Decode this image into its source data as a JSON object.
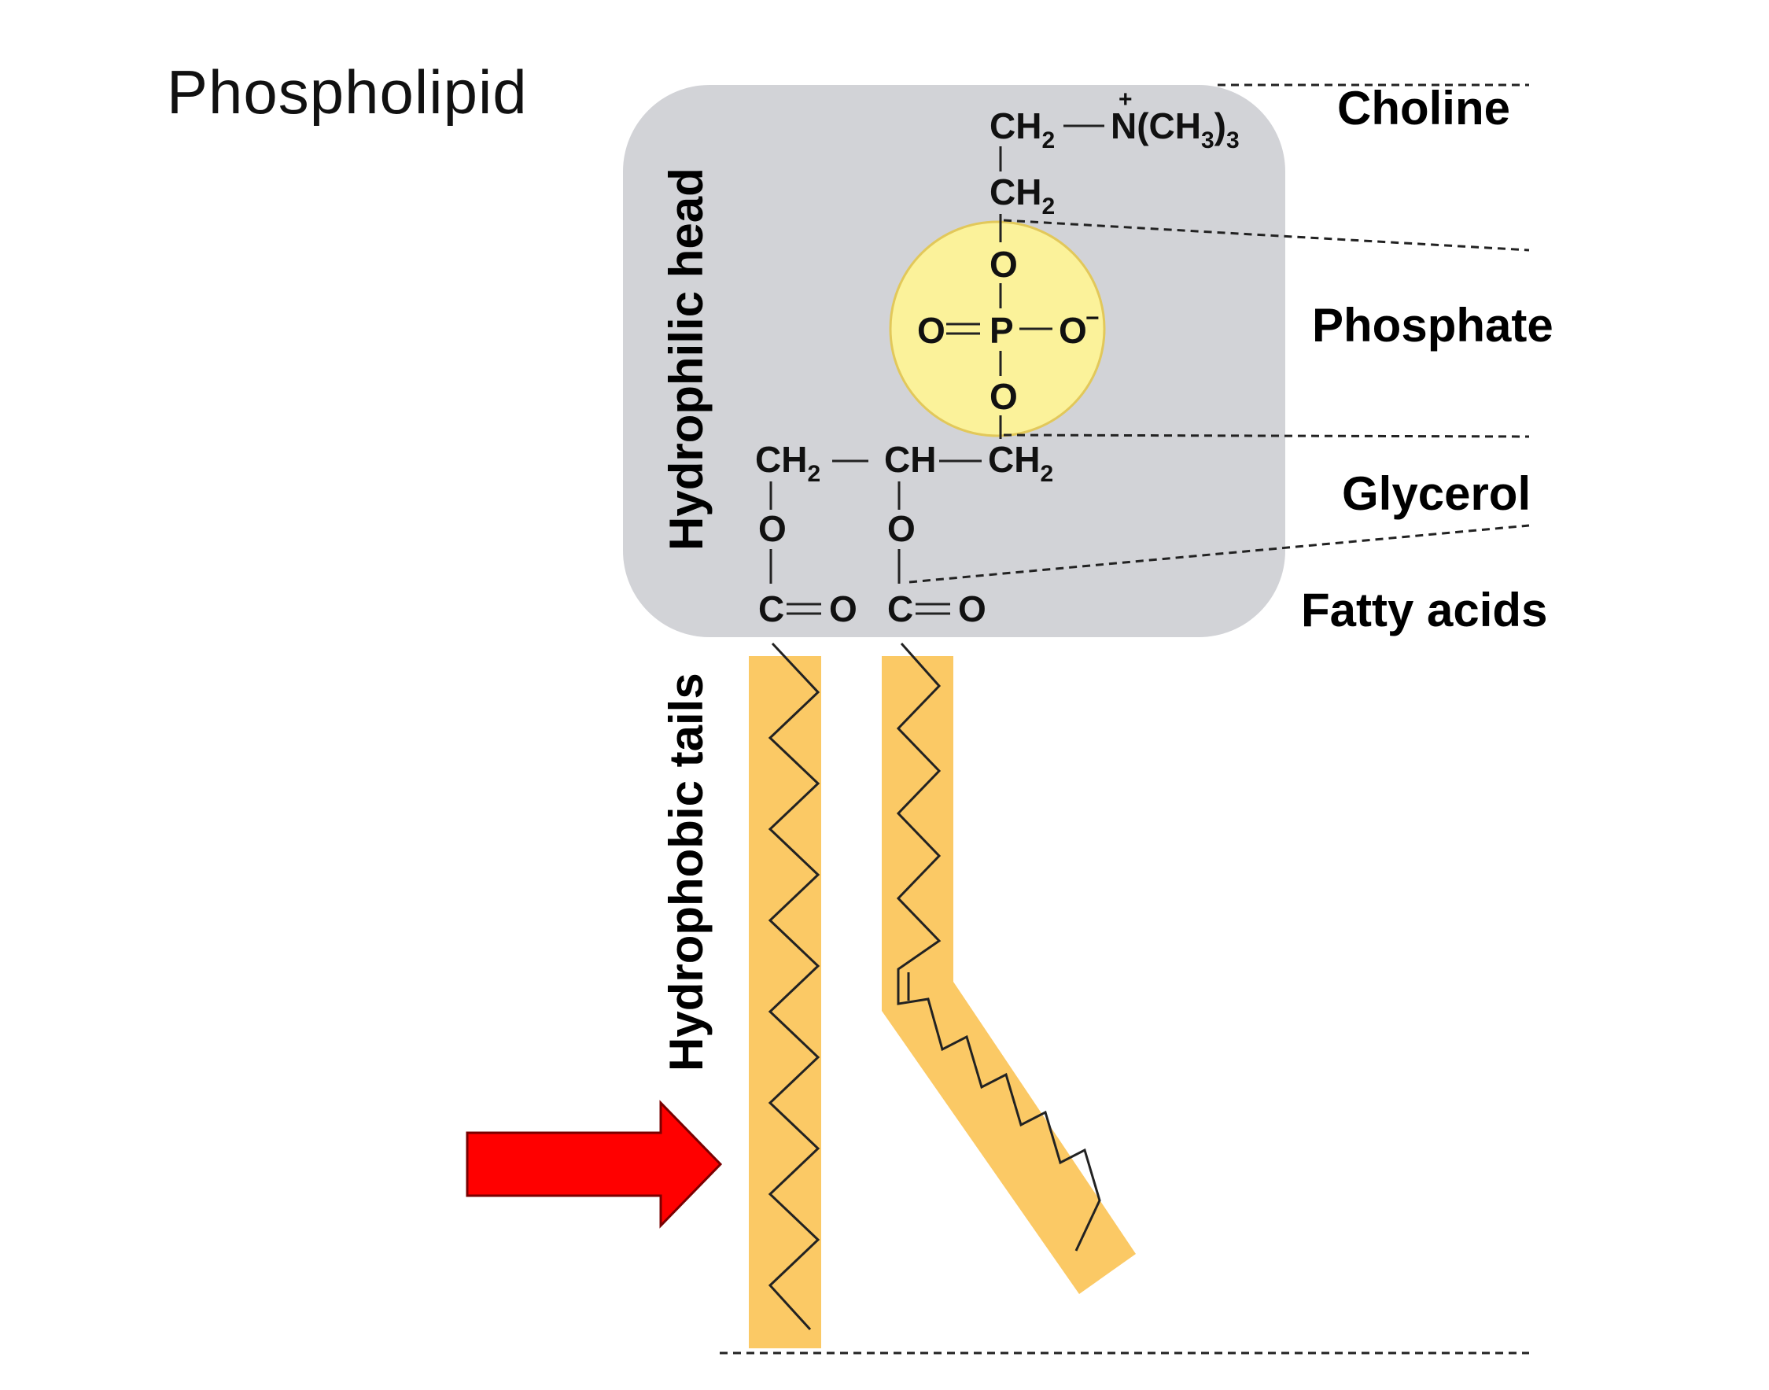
{
  "title": "Phospholipid",
  "regions": {
    "head_label": "Hydrophilic head",
    "tails_label": "Hydrophobic tails"
  },
  "components": {
    "choline": "Choline",
    "phosphate": "Phosphate",
    "glycerol": "Glycerol",
    "fatty_acids": "Fatty acids"
  },
  "chemistry": {
    "ch2": "CH",
    "ch": "CH",
    "two": "2",
    "three": "3",
    "n_group": "N(CH",
    "close_paren": ")",
    "plus": "+",
    "minus": "−",
    "o": "O",
    "p": "P",
    "c": "C"
  },
  "colors": {
    "head_box": "#d2d3d7",
    "phosphate_circle": "#fbf29a",
    "tail_fill": "#fbc965",
    "arrow": "#ff0000"
  },
  "icons": {
    "arrow": "red-arrow-pointing-right"
  }
}
